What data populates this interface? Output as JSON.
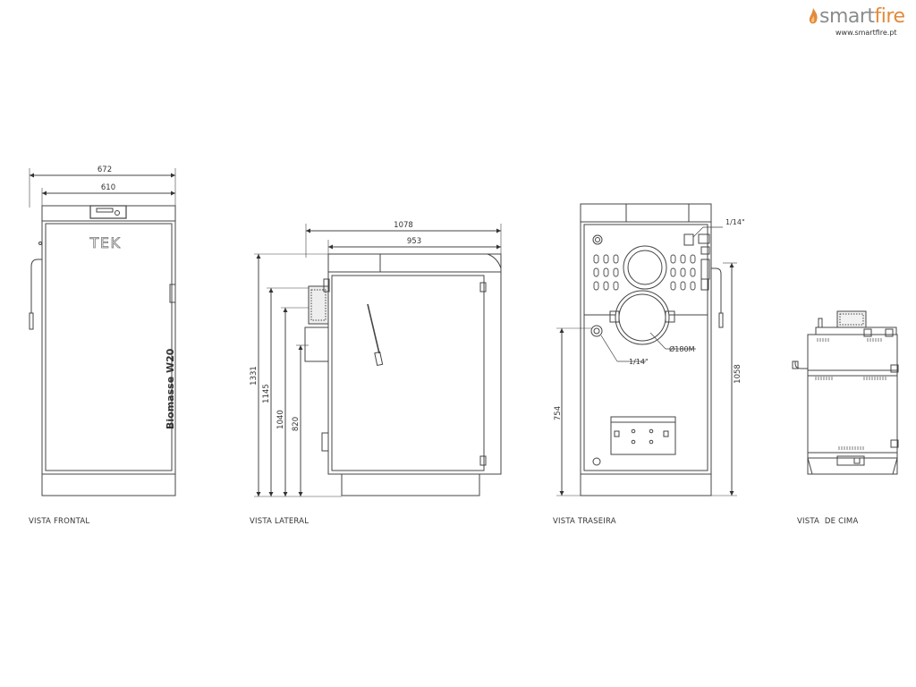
{
  "brand": {
    "word_prefix": "smart",
    "word_suffix": "fire",
    "url": "www.smartfire.pt",
    "accent_color": "#e28a3a"
  },
  "views": {
    "front": {
      "label": "VISTA FRONTAL",
      "logo_text": "TEK",
      "side_text": "Biomasse W20",
      "dim_width_outer": "672",
      "dim_width_inner": "610"
    },
    "side": {
      "label": "VISTA LATERAL",
      "dim_depth_outer": "1078",
      "dim_depth_inner": "953",
      "dim_h1": "1331",
      "dim_h2": "1145",
      "dim_h3": "1040",
      "dim_h4": "820"
    },
    "rear": {
      "label": "VISTA TRASEIRA",
      "dim_connection_top": "1/14\"",
      "dim_connection_bottom": "1/14\"",
      "dim_flue": "Ø180M",
      "dim_height_left": "754",
      "dim_height_right": "1058"
    },
    "top": {
      "label": "VISTA  DE CIMA"
    }
  }
}
